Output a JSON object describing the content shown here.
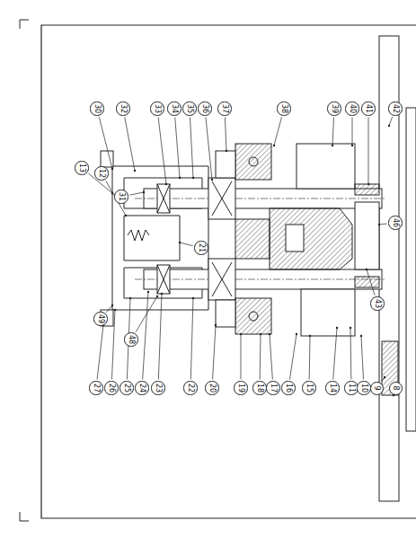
{
  "diagram": {
    "nodes": [
      {
        "text": [
          "30"
        ]
      },
      {
        "text": [
          "32"
        ]
      },
      {
        "text": [
          "33"
        ]
      },
      {
        "text": [
          "34"
        ]
      },
      {
        "text": [
          "35"
        ]
      },
      {
        "text": [
          "36"
        ]
      },
      {
        "text": [
          "37"
        ]
      },
      {
        "text": [
          "38"
        ]
      },
      {
        "text": [
          "39"
        ]
      },
      {
        "text": [
          "40"
        ]
      },
      {
        "text": [
          "41"
        ]
      },
      {
        "text": [
          "42"
        ]
      },
      {
        "text": [
          "13"
        ]
      },
      {
        "text": [
          "12"
        ]
      },
      {
        "text": [
          "31"
        ]
      },
      {
        "text": [
          "21"
        ]
      },
      {
        "text": [
          "46"
        ]
      },
      {
        "text": [
          "43"
        ]
      },
      {
        "text": [
          "49"
        ]
      },
      {
        "text": [
          "48"
        ]
      },
      {
        "text": [
          "27"
        ]
      },
      {
        "text": [
          "26"
        ]
      },
      {
        "text": [
          "25"
        ]
      },
      {
        "text": [
          "24"
        ]
      },
      {
        "text": [
          "23"
        ]
      },
      {
        "text": [
          "22"
        ]
      },
      {
        "text": [
          "20"
        ]
      },
      {
        "text": [
          "19"
        ]
      },
      {
        "text": [
          "18"
        ]
      },
      {
        "text": [
          "17"
        ]
      },
      {
        "text": [
          "16"
        ]
      },
      {
        "text": [
          "15"
        ]
      },
      {
        "text": [
          "14"
        ]
      },
      {
        "text": [
          "11"
        ]
      },
      {
        "text": [
          "10"
        ]
      },
      {
        "text": [
          "9"
        ]
      },
      {
        "text": [
          "8"
        ]
      }
    ]
  }
}
